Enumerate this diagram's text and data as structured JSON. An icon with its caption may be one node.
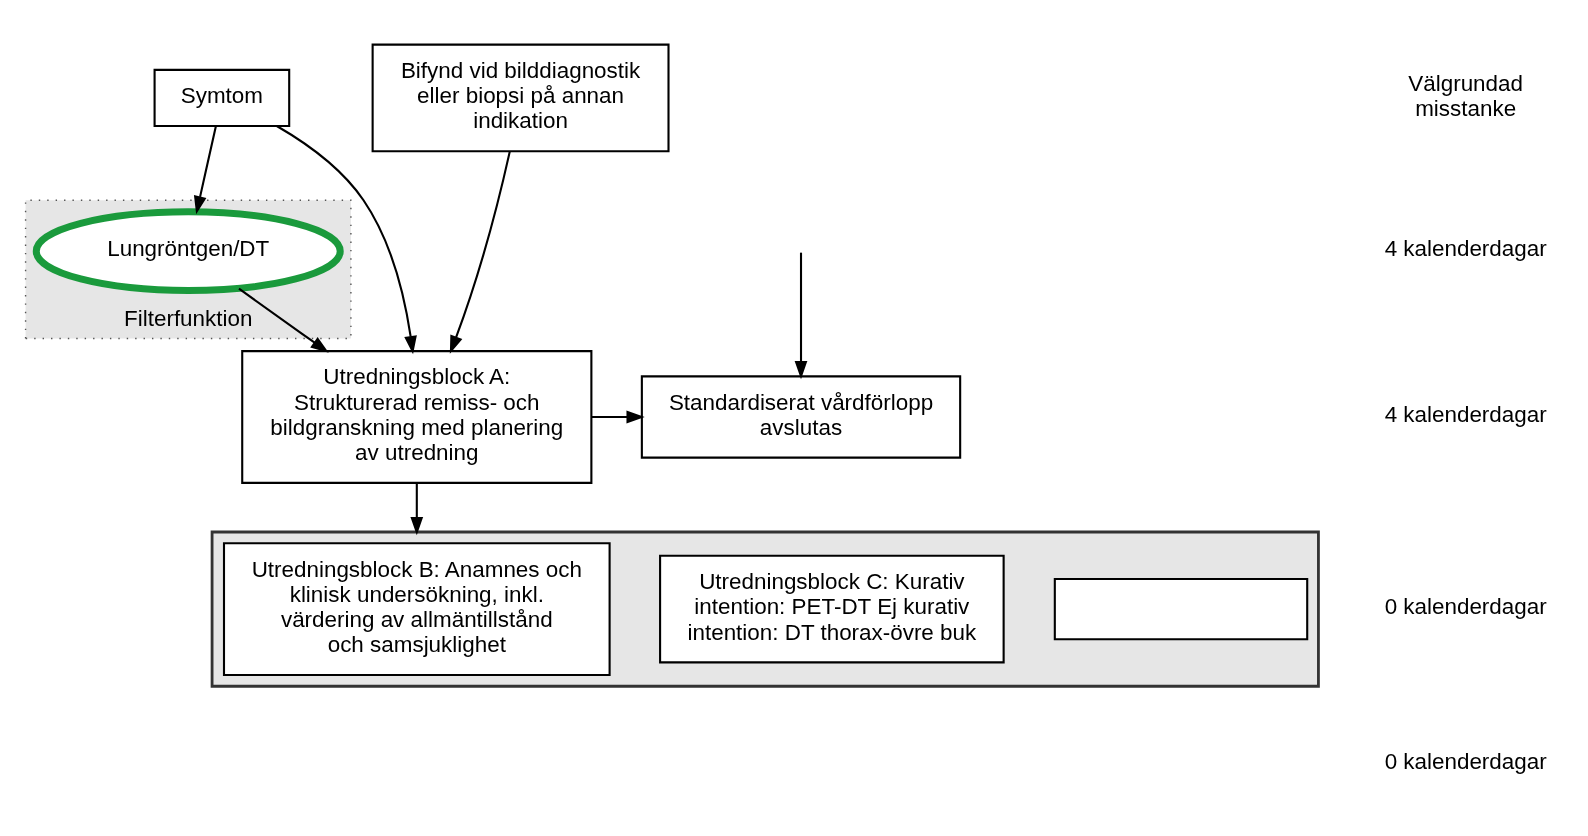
{
  "diagram": {
    "nodes": [
      {
        "text": [
          "Filterfunktion"
        ]
      },
      {
        "text": [
          "Lungröntgen/DT"
        ],
        "in": 0
      },
      {
        "text": [
          "Symtom"
        ]
      },
      {
        "text": [
          "Bifynd vid bilddiagnostik eller biopsi på annan indikation"
        ]
      },
      {
        "text": [
          "Utredningsblock A: Strukturerad remiss- och bildgranskning med planering av utredning"
        ]
      },
      {
        "text": [
          "Standardiserat vårdförlopp avslutas"
        ]
      },
      {
        "text": [],
        "shape": "box"
      },
      {
        "text": [
          "Utredningsblock B: Anamnes och klinisk undersökning, inkl. värdering av allmäntillstånd och samsjuklighet"
        ],
        "in": 6
      },
      {
        "text": [
          "Utredningsblock C: Kurativ intention: PET-DT Ej kurativ intention: DT thorax-övre buk"
        ],
        "in": 6
      },
      {
        "text": [],
        "shape": "box",
        "in": 6
      }
    ],
    "edges": [
      {
        "from": 2,
        "to": 1,
        "arrow": "to"
      },
      {
        "from": 2,
        "to": 4,
        "arrow": "to"
      },
      {
        "from": 1,
        "to": 4,
        "arrow": "to"
      },
      {
        "from": 3,
        "to": 4,
        "arrow": "to"
      },
      {
        "from": 4,
        "to": 5,
        "arrow": "to"
      },
      {
        "from": 4,
        "to": 6,
        "arrow": "to"
      },
      {
        "from": null,
        "to": 5,
        "arrow": "to"
      }
    ],
    "labels": [
      "Välgrundad misstanke",
      "4 kalenderdagar",
      "4 kalenderdagar",
      "0 kalenderdagar",
      "0 kalenderdagar"
    ]
  }
}
